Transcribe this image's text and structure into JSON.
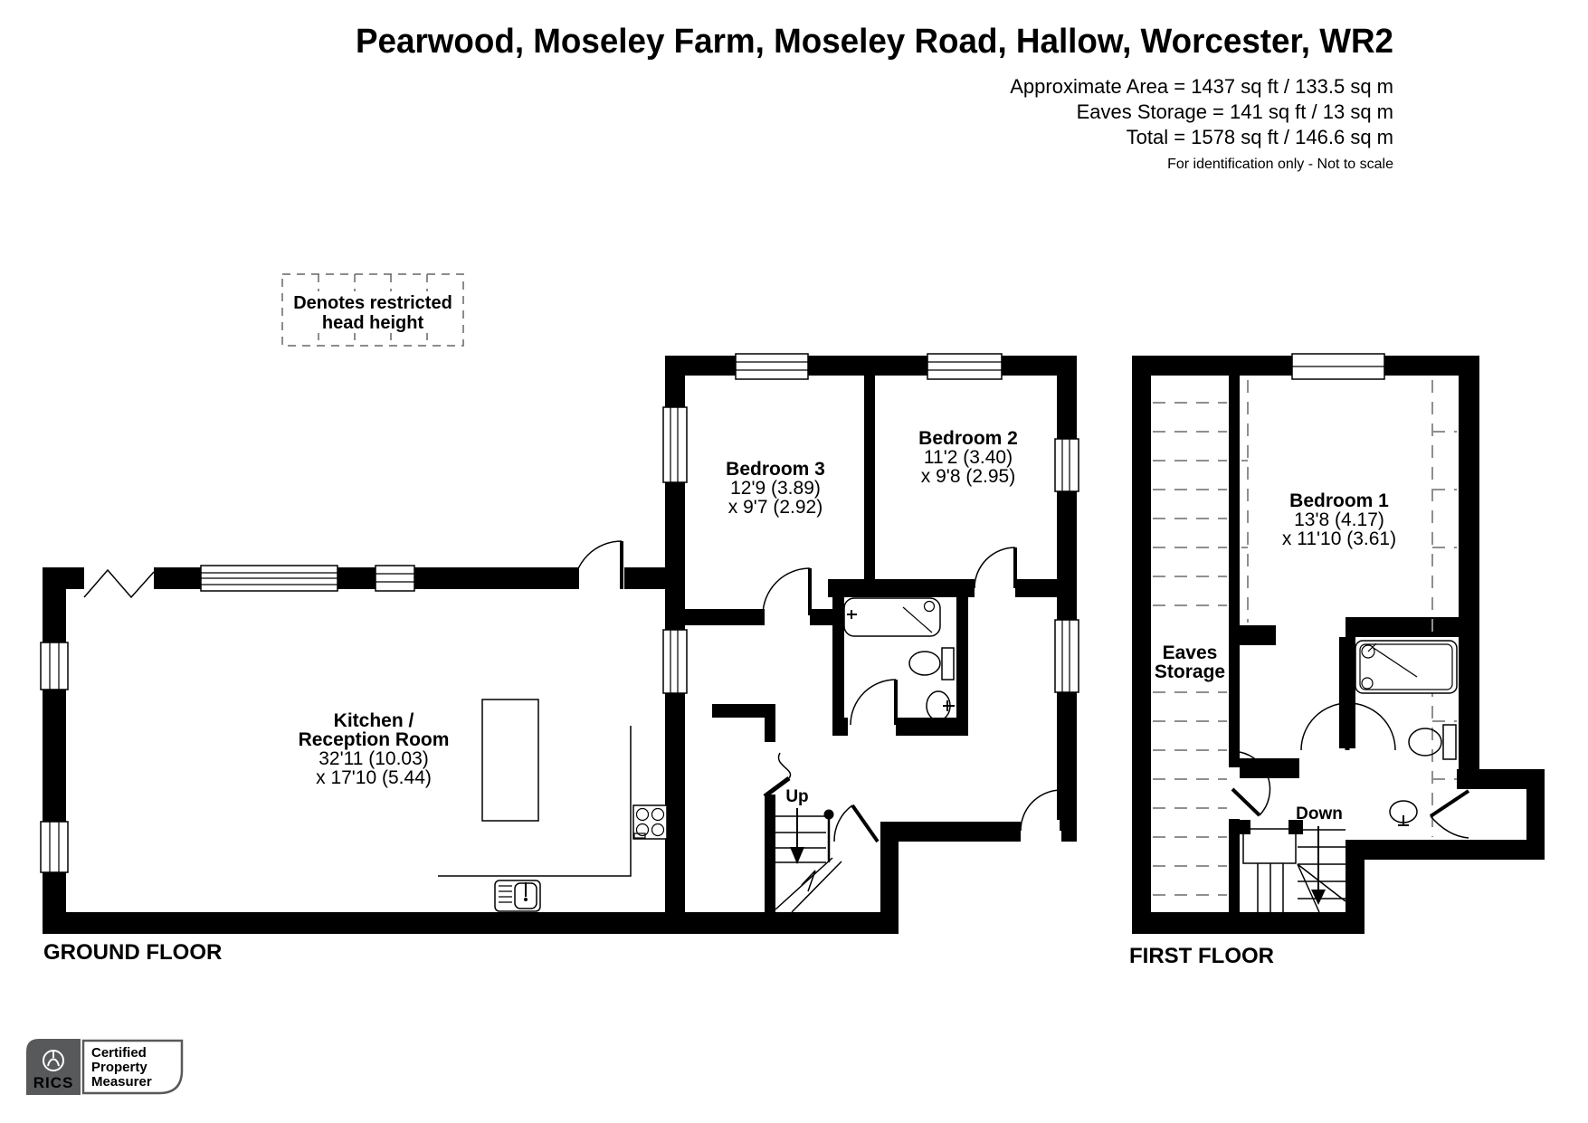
{
  "header": {
    "title": "Pearwood, Moseley Farm, Moseley Road, Hallow, Worcester, WR2",
    "area_lines": [
      "Approximate Area = 1437 sq ft / 133.5 sq m",
      "Eaves Storage = 141 sq ft / 13 sq m",
      "Total = 1578 sq ft / 146.6 sq m"
    ],
    "disclaimer": "For identification only - Not to scale"
  },
  "legend": {
    "lines": [
      "Denotes restricted",
      "head height"
    ]
  },
  "floors": {
    "ground": {
      "label": "GROUND FLOOR"
    },
    "first": {
      "label": "FIRST FLOOR"
    }
  },
  "rooms": {
    "kitchen": {
      "lines": [
        "Kitchen /",
        "Reception Room",
        "32'11 (10.03)",
        "x 17'10 (5.44)"
      ]
    },
    "bedroom3": {
      "lines": [
        "Bedroom 3",
        "12'9 (3.89)",
        "x 9'7 (2.92)"
      ]
    },
    "bedroom2": {
      "lines": [
        "Bedroom 2",
        "11'2 (3.40)",
        "x 9'8 (2.95)"
      ]
    },
    "bedroom1": {
      "lines": [
        "Bedroom 1",
        "13'8 (4.17)",
        "x 11'10 (3.61)"
      ]
    },
    "eaves": {
      "lines": [
        "Eaves",
        "Storage"
      ]
    }
  },
  "stairs": {
    "up": "Up",
    "down": "Down"
  },
  "badge": {
    "brand": "RICS",
    "lines": [
      "Certified",
      "Property",
      "Measurer"
    ]
  },
  "colors": {
    "wall": "#000000",
    "restricted_dash": "#8f8f8f",
    "legend_dash": "#666666",
    "badge_gray": "#58595b"
  }
}
